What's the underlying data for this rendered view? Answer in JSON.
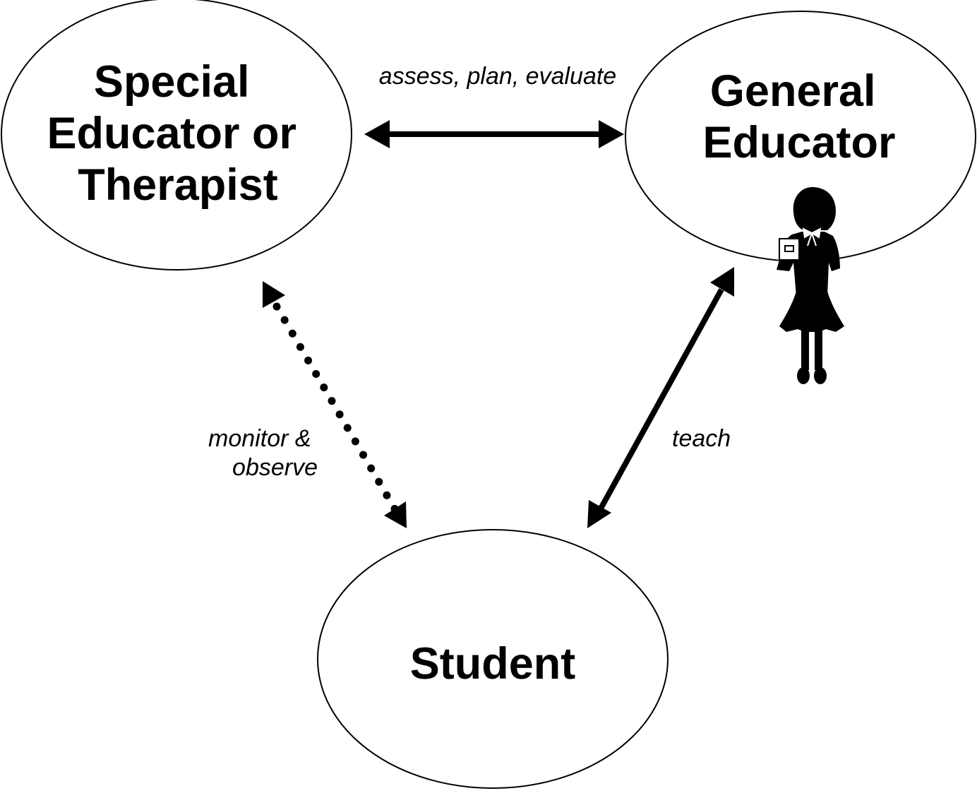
{
  "nodes": {
    "special": {
      "line1": "Special",
      "line2": "Educator or",
      "line3": "Therapist"
    },
    "general": {
      "line1": "General",
      "line2": "Educator"
    },
    "student": {
      "line1": "Student"
    }
  },
  "edges": {
    "special_general": {
      "label": "assess, plan, evaluate"
    },
    "special_student": {
      "line1": "monitor &",
      "line2": "observe"
    },
    "general_student": {
      "label": "teach"
    }
  },
  "figure": {
    "name": "teacher-silhouette"
  },
  "colors": {
    "stroke": "#000000",
    "fill": "#ffffff"
  }
}
